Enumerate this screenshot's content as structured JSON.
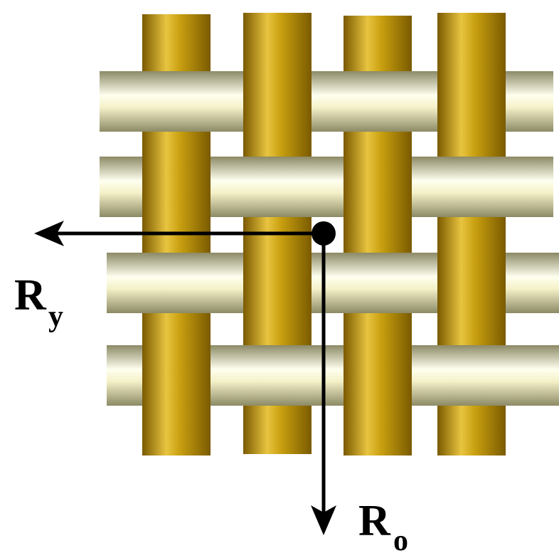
{
  "labels": {
    "horizontal_axis": {
      "main": "R",
      "subscript": "y"
    },
    "vertical_axis": {
      "main": "R",
      "subscript": "o"
    }
  },
  "colors": {
    "warp_yarn_mid": "#c9a010",
    "warp_yarn_edge": "#7a5a00",
    "warp_yarn_highlight": "#e8c440",
    "weft_yarn_mid": "#f4f1c8",
    "weft_yarn_edge": "#8c8a66",
    "weft_yarn_highlight": "#ffffef",
    "arrow": "#000000",
    "background": "#ffffff"
  },
  "weave": {
    "type": "plain-weave",
    "warp_count": 4,
    "weft_count": 4
  }
}
